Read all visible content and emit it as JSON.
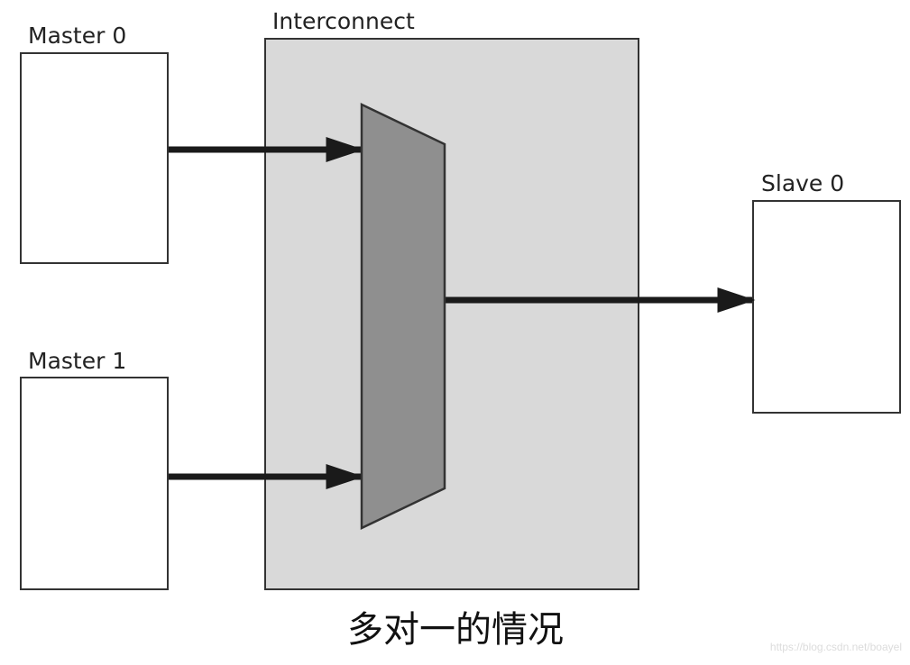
{
  "diagram": {
    "title": "Many-to-one interconnect",
    "nodes": [
      {
        "id": "master0",
        "label": "Master 0",
        "kind": "master",
        "fill": "#ffffff"
      },
      {
        "id": "master1",
        "label": "Master 1",
        "kind": "master",
        "fill": "#ffffff"
      },
      {
        "id": "interconnect",
        "label": "Interconnect",
        "kind": "container",
        "fill": "#d9d9d9"
      },
      {
        "id": "mux",
        "label": "",
        "kind": "multiplexer",
        "fill": "#8f8f8f"
      },
      {
        "id": "slave0",
        "label": "Slave 0",
        "kind": "slave",
        "fill": "#ffffff"
      }
    ],
    "edges": [
      {
        "from": "master0",
        "to": "mux"
      },
      {
        "from": "master1",
        "to": "mux"
      },
      {
        "from": "mux",
        "to": "slave0"
      }
    ]
  },
  "caption": "多对一的情况",
  "watermark": "https://blog.csdn.net/boayel"
}
